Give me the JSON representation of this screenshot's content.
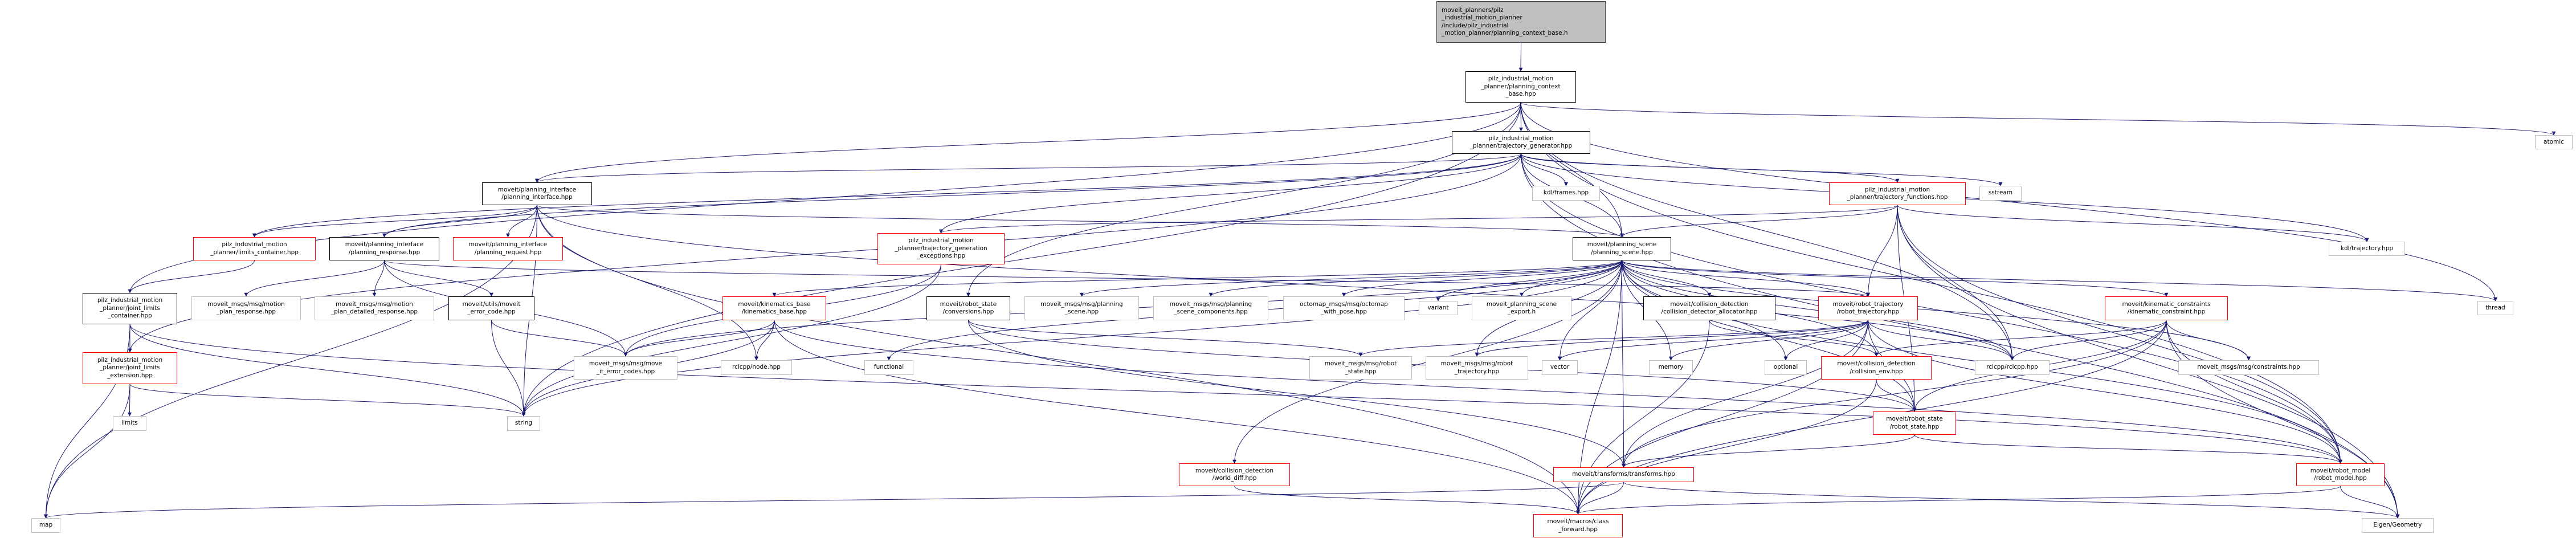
{
  "colors": {
    "edge": "#191970",
    "root_fill": "#bfbfbf",
    "documented_border": "#000000",
    "incomplete_border": "#ff0000",
    "external_border": "#bfbfbf"
  },
  "nodes": {
    "root": {
      "label": "moveit_planners/pilz\n_industrial_motion_planner\n/include/pilz_industrial\n_motion_planner/planning_context_base.h",
      "style": "root"
    },
    "ctx": {
      "label": "pilz_industrial_motion\n_planner/planning_context\n_base.hpp",
      "style": "black"
    },
    "tg": {
      "label": "pilz_industrial_motion\n_planner/trajectory_generator.hpp",
      "style": "black"
    },
    "frames": {
      "label": "kdl/frames.hpp",
      "style": "ext"
    },
    "pi": {
      "label": "moveit/planning_interface\n/planning_interface.hpp",
      "style": "black"
    },
    "tfn": {
      "label": "pilz_industrial_motion\n_planner/trajectory_functions.hpp",
      "style": "red"
    },
    "sstream": {
      "label": "sstream",
      "style": "ext"
    },
    "atomic": {
      "label": "atomic",
      "style": "ext"
    },
    "lc": {
      "label": "pilz_industrial_motion\n_planner/limits_container.hpp",
      "style": "red"
    },
    "pr": {
      "label": "moveit/planning_interface\n/planning_response.hpp",
      "style": "black"
    },
    "preq": {
      "label": "moveit/planning_interface\n/planning_request.hpp",
      "style": "red"
    },
    "tge": {
      "label": "pilz_industrial_motion\n_planner/trajectory_generation\n_exceptions.hpp",
      "style": "red"
    },
    "ps": {
      "label": "moveit/planning_scene\n/planning_scene.hpp",
      "style": "black"
    },
    "kdltraj": {
      "label": "kdl/trajectory.hpp",
      "style": "ext"
    },
    "jlc": {
      "label": "pilz_industrial_motion\n_planner/joint_limits\n_container.hpp",
      "style": "black"
    },
    "mpr": {
      "label": "moveit_msgs/msg/motion\n_plan_response.hpp",
      "style": "ext"
    },
    "mpdr": {
      "label": "moveit_msgs/msg/motion\n_plan_detailed_response.hpp",
      "style": "ext"
    },
    "mec": {
      "label": "moveit/utils/moveit\n_error_code.hpp",
      "style": "black"
    },
    "kb": {
      "label": "moveit/kinematics_base\n/kinematics_base.hpp",
      "style": "red"
    },
    "rsconv": {
      "label": "moveit/robot_state\n/conversions.hpp",
      "style": "black"
    },
    "mps": {
      "label": "moveit_msgs/msg/planning\n_scene.hpp",
      "style": "ext"
    },
    "mpsc": {
      "label": "moveit_msgs/msg/planning\n_scene_components.hpp",
      "style": "ext"
    },
    "octo": {
      "label": "octomap_msgs/msg/octomap\n_with_pose.hpp",
      "style": "ext"
    },
    "variant": {
      "label": "variant",
      "style": "ext"
    },
    "export": {
      "label": "moveit_planning_scene\n_export.h",
      "style": "ext"
    },
    "cda": {
      "label": "moveit/collision_detection\n/collision_detector_allocator.hpp",
      "style": "black"
    },
    "rt": {
      "label": "moveit/robot_trajectory\n/robot_trajectory.hpp",
      "style": "red"
    },
    "kc": {
      "label": "moveit/kinematic_constraints\n/kinematic_constraint.hpp",
      "style": "red"
    },
    "thread": {
      "label": "thread",
      "style": "ext"
    },
    "jle": {
      "label": "pilz_industrial_motion\n_planner/joint_limits\n_extension.hpp",
      "style": "red"
    },
    "mecodes": {
      "label": "moveit_msgs/msg/move\n_it_error_codes.hpp",
      "style": "ext"
    },
    "node": {
      "label": "rclcpp/node.hpp",
      "style": "ext"
    },
    "functional": {
      "label": "functional",
      "style": "ext"
    },
    "mrs": {
      "label": "moveit_msgs/msg/robot\n_state.hpp",
      "style": "ext"
    },
    "mrt": {
      "label": "moveit_msgs/msg/robot\n_trajectory.hpp",
      "style": "ext"
    },
    "vector": {
      "label": "vector",
      "style": "ext"
    },
    "memory": {
      "label": "memory",
      "style": "ext"
    },
    "optional": {
      "label": "optional",
      "style": "ext"
    },
    "ce": {
      "label": "moveit/collision_detection\n/collision_env.hpp",
      "style": "red"
    },
    "rclcpp": {
      "label": "rclcpp/rclcpp.hpp",
      "style": "ext"
    },
    "constraints": {
      "label": "moveit_msgs/msg/constraints.hpp",
      "style": "ext"
    },
    "limits": {
      "label": "limits",
      "style": "ext"
    },
    "string": {
      "label": "string",
      "style": "ext"
    },
    "rs": {
      "label": "moveit/robot_state\n/robot_state.hpp",
      "style": "red"
    },
    "wd": {
      "label": "moveit/collision_detection\n/world_diff.hpp",
      "style": "red"
    },
    "tf": {
      "label": "moveit/transforms/transforms.hpp",
      "style": "red"
    },
    "rm": {
      "label": "moveit/robot_model\n/robot_model.hpp",
      "style": "red"
    },
    "map": {
      "label": "map",
      "style": "ext"
    },
    "cf": {
      "label": "moveit/macros/class\n_forward.hpp",
      "style": "red"
    },
    "eigen": {
      "label": "Eigen/Geometry",
      "style": "ext"
    }
  },
  "edges": [
    [
      "root",
      "ctx"
    ],
    [
      "ctx",
      "tg"
    ],
    [
      "ctx",
      "ps"
    ],
    [
      "ctx",
      "rsconv"
    ],
    [
      "ctx",
      "pi"
    ],
    [
      "ctx",
      "jlc"
    ],
    [
      "ctx",
      "atomic"
    ],
    [
      "ctx",
      "thread"
    ],
    [
      "ctx",
      "rclcpp"
    ],
    [
      "ctx",
      "rm"
    ],
    [
      "ctx",
      "string"
    ],
    [
      "tg",
      "frames"
    ],
    [
      "tg",
      "ps"
    ],
    [
      "tg",
      "tfn"
    ],
    [
      "tg",
      "sstream"
    ],
    [
      "tg",
      "kdltraj"
    ],
    [
      "tg",
      "eigen"
    ],
    [
      "tg",
      "lc"
    ],
    [
      "tg",
      "pi"
    ],
    [
      "tg",
      "tge"
    ],
    [
      "tg",
      "jle"
    ],
    [
      "tg",
      "rm"
    ],
    [
      "tg",
      "pr"
    ],
    [
      "pi",
      "pr"
    ],
    [
      "pi",
      "preq"
    ],
    [
      "pi",
      "ps"
    ],
    [
      "pi",
      "string"
    ],
    [
      "pi",
      "node"
    ],
    [
      "pi",
      "map"
    ],
    [
      "pi",
      "cf"
    ],
    [
      "pi",
      "rclcpp"
    ],
    [
      "pi",
      "lc"
    ],
    [
      "lc",
      "jlc"
    ],
    [
      "pr",
      "mpr"
    ],
    [
      "pr",
      "mpdr"
    ],
    [
      "pr",
      "mec"
    ],
    [
      "pr",
      "mecodes"
    ],
    [
      "pr",
      "rt"
    ],
    [
      "mec",
      "mecodes"
    ],
    [
      "mec",
      "string"
    ],
    [
      "jlc",
      "jle"
    ],
    [
      "jlc",
      "string"
    ],
    [
      "jlc",
      "map"
    ],
    [
      "jlc",
      "rm"
    ],
    [
      "jle",
      "limits"
    ],
    [
      "jle",
      "string"
    ],
    [
      "jle",
      "map"
    ],
    [
      "tfn",
      "ps"
    ],
    [
      "tfn",
      "rt"
    ],
    [
      "tfn",
      "kdltraj"
    ],
    [
      "tfn",
      "eigen"
    ],
    [
      "tfn",
      "rm"
    ],
    [
      "tfn",
      "tge"
    ],
    [
      "tfn",
      "rclcpp"
    ],
    [
      "tfn",
      "rs"
    ],
    [
      "tge",
      "mecodes"
    ],
    [
      "tge",
      "string"
    ],
    [
      "ps",
      "mps"
    ],
    [
      "ps",
      "mpsc"
    ],
    [
      "ps",
      "octo"
    ],
    [
      "ps",
      "variant"
    ],
    [
      "ps",
      "export"
    ],
    [
      "ps",
      "cda"
    ],
    [
      "ps",
      "functional"
    ],
    [
      "ps",
      "mrt"
    ],
    [
      "ps",
      "vector"
    ],
    [
      "ps",
      "memory"
    ],
    [
      "ps",
      "rt"
    ],
    [
      "ps",
      "kc"
    ],
    [
      "ps",
      "thread"
    ],
    [
      "ps",
      "optional"
    ],
    [
      "ps",
      "ce"
    ],
    [
      "ps",
      "rclcpp"
    ],
    [
      "ps",
      "constraints"
    ],
    [
      "ps",
      "rs"
    ],
    [
      "ps",
      "rm"
    ],
    [
      "ps",
      "cf"
    ],
    [
      "ps",
      "tf"
    ],
    [
      "ps",
      "wd"
    ],
    [
      "ps",
      "kb"
    ],
    [
      "ps",
      "string"
    ],
    [
      "ps",
      "mecodes"
    ],
    [
      "rsconv",
      "mrs"
    ],
    [
      "rsconv",
      "rs"
    ],
    [
      "rsconv",
      "tf"
    ],
    [
      "kb",
      "mecodes"
    ],
    [
      "kb",
      "node"
    ],
    [
      "kb",
      "string"
    ],
    [
      "kb",
      "cf"
    ],
    [
      "kb",
      "rm"
    ],
    [
      "cda",
      "ce"
    ],
    [
      "cda",
      "cf"
    ],
    [
      "rt",
      "mrt"
    ],
    [
      "rt",
      "rs"
    ],
    [
      "rt",
      "optional"
    ],
    [
      "rt",
      "rclcpp"
    ],
    [
      "rt",
      "memory"
    ],
    [
      "rt",
      "vector"
    ],
    [
      "rt",
      "cf"
    ],
    [
      "rt",
      "rm"
    ],
    [
      "rt",
      "tf"
    ],
    [
      "rt",
      "mrs"
    ],
    [
      "kc",
      "ce"
    ],
    [
      "kc",
      "rs"
    ],
    [
      "kc",
      "rm"
    ],
    [
      "kc",
      "constraints"
    ],
    [
      "kc",
      "tf"
    ],
    [
      "kc",
      "cf"
    ],
    [
      "kc",
      "eigen"
    ],
    [
      "kc",
      "rclcpp"
    ],
    [
      "ce",
      "rs"
    ],
    [
      "ce",
      "cf"
    ],
    [
      "rs",
      "rm"
    ],
    [
      "rs",
      "tf"
    ],
    [
      "rm",
      "eigen"
    ],
    [
      "rm",
      "cf"
    ],
    [
      "tf",
      "cf"
    ],
    [
      "tf",
      "eigen"
    ],
    [
      "tf",
      "map"
    ],
    [
      "wd",
      "cf"
    ]
  ]
}
